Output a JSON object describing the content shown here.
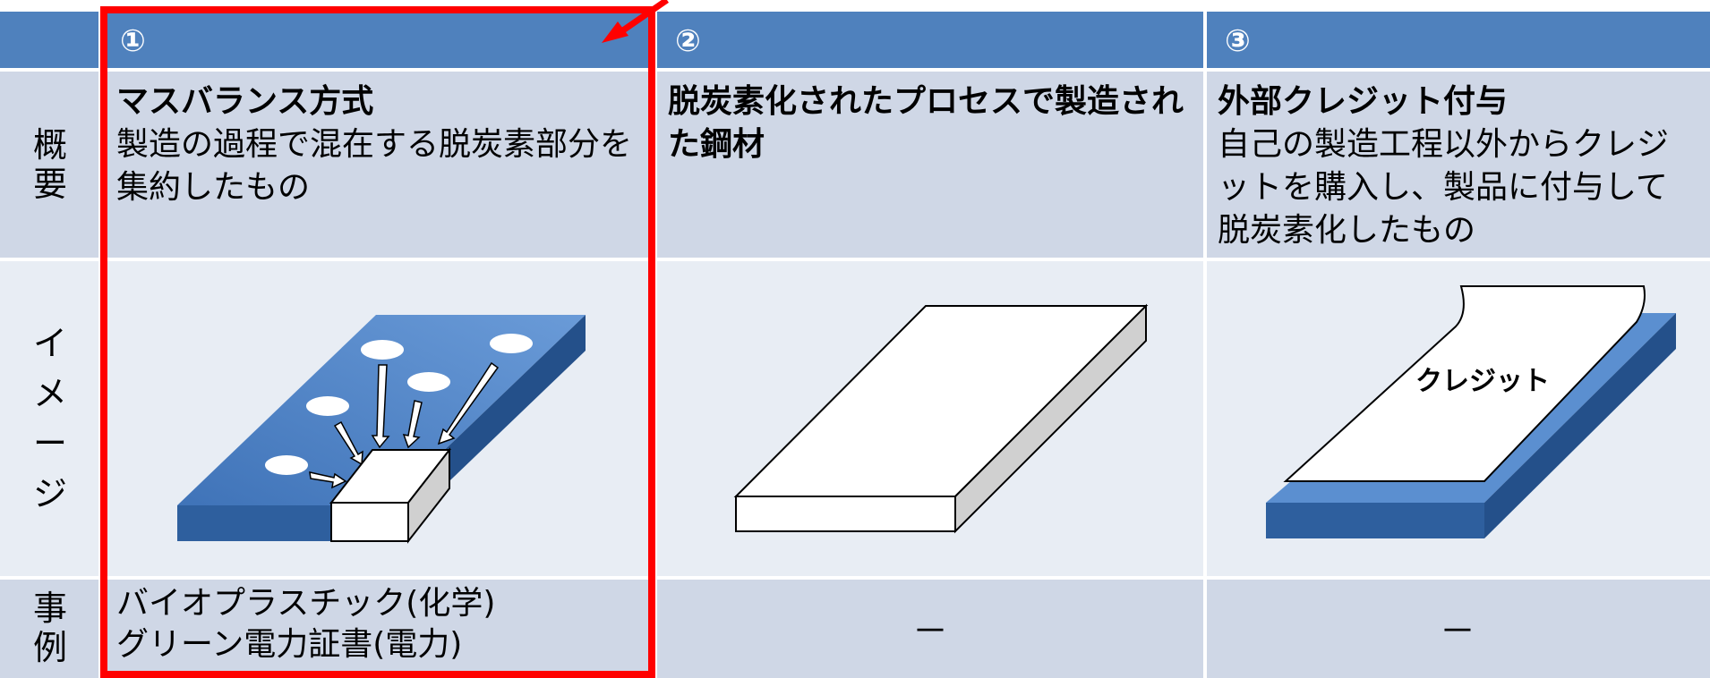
{
  "header": {
    "col1": "①",
    "col2": "②",
    "col3": "③"
  },
  "rows": {
    "overview_label": "概要",
    "image_label": "イメージ",
    "example_label": "事例"
  },
  "col1": {
    "title": "マスバランス方式",
    "desc": "製造の過程で混在する脱炭素部分を集約したもの",
    "example_line1": "バイオプラスチック(化学)",
    "example_line2": "グリーン電力証書(電力)"
  },
  "col2": {
    "title": "脱炭素化されたプロセスで製造された鋼材",
    "desc": "",
    "example": "－"
  },
  "col3": {
    "title": "外部クレジット付与",
    "desc": "自己の製造工程以外からクレジットを購入し、製品に付与して脱炭素化したもの",
    "image_label": "クレジット",
    "example": "－"
  },
  "colors": {
    "header_blue": "#4f81bd",
    "row_dark": "#cfd7e6",
    "row_light": "#e8edf4",
    "highlight_red": "#ff0000",
    "plate_blue_top": "#5b8fd0",
    "plate_blue_side": "#2e5f9e"
  }
}
